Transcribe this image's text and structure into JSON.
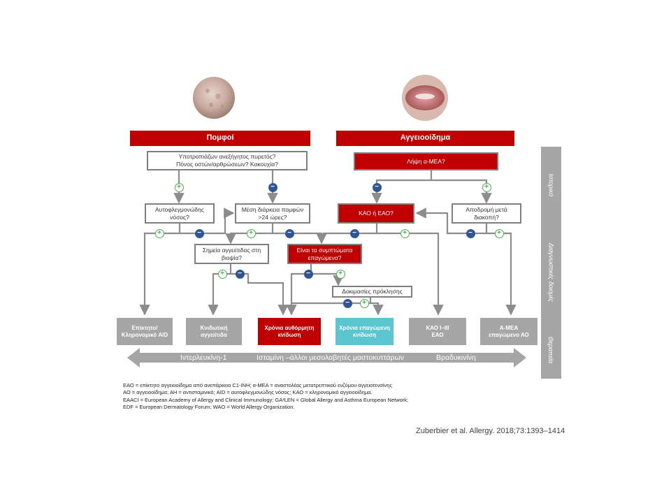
{
  "top_headers": {
    "wheals": "Πομφοί",
    "angioedema": "Αγγειοοίδημα"
  },
  "questions": {
    "fever": "Υποτροπιάζων ανεξήγητος πυρετός?\nΠόνος οστών/αρθρώσεων? Κακουχία?",
    "ace": "Λήψη α-ΜΕΑ?",
    "autoinflammatory": "Αυτοφλεγμονώδης\nνόσος?",
    "wheal_duration": "Μέση διάρκεια πομφών\n>24 ώρες?",
    "hae_aae": "ΚΑΟ ή ΕΑΟ?",
    "remission": "Αποδρομή μετά\nδιακοπή?",
    "vasculitis_biopsy": "Σημεία αγγειίτιδας στη\nβιοψία?",
    "inducible": "Είναι τα συμπτώματα\nεπαγώμενα?",
    "provocation": "Δοκιμασίες πρόκλησης"
  },
  "outcomes": {
    "acquired_aid": "Επίκτητο/\nΚληρονομικό AID",
    "vasculitis": "Κνιδωτική\nαγγειίτιδα",
    "spontaneous": "Χρόνια αυθόρμητη\nκνίδωση",
    "inducible": "Χρόνια επαγώμενη\nκνίδωση",
    "hae": "ΚΑΟ I–III\nΕΑΟ",
    "ace": "Α-ΜΕΑ\nεπαγώμενο ΑΟ"
  },
  "signs": {
    "plus": "+",
    "minus": "−"
  },
  "sidebar_labels": {
    "history": "Ιστορικό",
    "diagnostics": "Διαγνωστικές δοκιμές",
    "therapy": "Θεραπεία"
  },
  "therapy_arrow": {
    "left": "Ιντερλευκίνη-1",
    "middle": "Ισταμίνη –άλλοι μεσολαβητές μαστοκυττάρων",
    "right": "Βραδυκινίνη"
  },
  "legend": [
    "ΕΑΟ = επίκτητο αγγειοοίδημα από ανεπάρκεια C1-INH; α-ΜΕΑ = αναστολέας μετατρεπτικού ενζύμου αγγειοτενσίνης",
    "ΑΟ = αγγειοοίδημα; ΑΗ = αντισταμινικό; AID = αυτοφλεγμονώδης νόσος; ΚΑΟ = κληρονομικό αγγειοοίδημα.",
    "EAACI = European Academy of Allergy and Clinical Immunology; GA²LEN = Global Allergy and Asthma European Network;",
    "EDF = European Dermatology Forum; WAO = World Allergy Organization."
  ],
  "citation": "Zuberbier et al. Allergy. 2018;73:1393–1414",
  "colors": {
    "red": "#c00000",
    "grey": "#a6a6a6",
    "cyan": "#5bc6d0",
    "plus_green": "#4caf50",
    "minus_blue": "#2f5597",
    "line": "#8c8c8c"
  }
}
